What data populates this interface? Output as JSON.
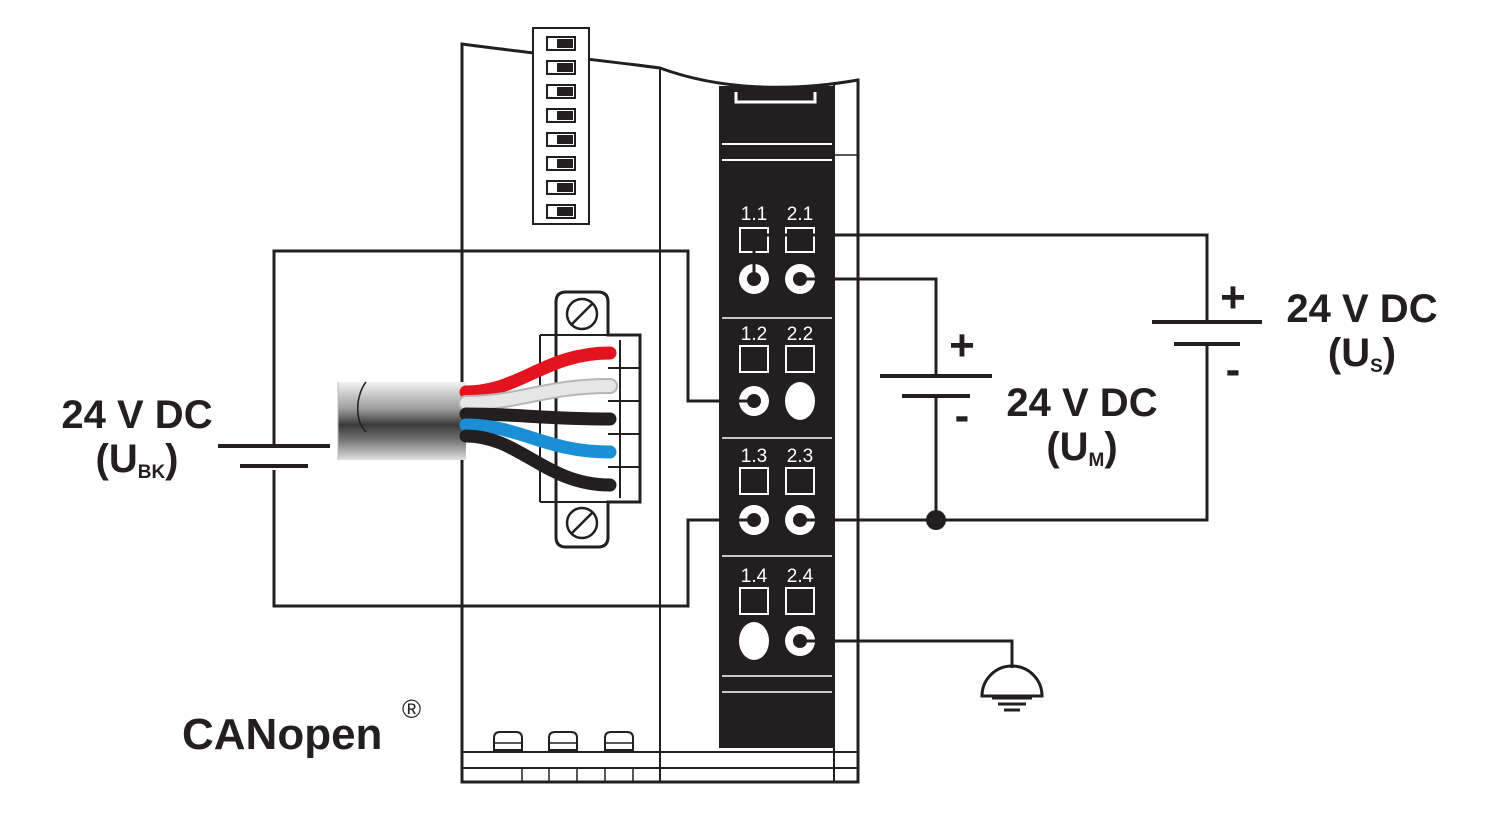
{
  "sources": {
    "bk": {
      "voltage": "24 V DC",
      "symbol": "U",
      "subscript": "BK"
    },
    "m": {
      "voltage": "24 V DC",
      "symbol": "U",
      "subscript": "M",
      "plus": "+",
      "minus": "-"
    },
    "s": {
      "voltage": "24 V DC",
      "symbol": "U",
      "subscript": "S",
      "plus": "+",
      "minus": "-"
    }
  },
  "terminals": {
    "t11": "1.1",
    "t21": "2.1",
    "t12": "1.2",
    "t22": "2.2",
    "t13": "1.3",
    "t23": "2.3",
    "t14": "1.4",
    "t24": "2.4"
  },
  "brand": {
    "name": "CANopen",
    "mark": "®"
  },
  "colors": {
    "ink": "#231f20",
    "terminal_block": "#231f20",
    "wire_red": "#e3141e",
    "wire_white": "#e6e6e6",
    "wire_black": "#231f20",
    "wire_blue": "#1a8fd6"
  },
  "cable_wires": [
    "red",
    "white",
    "black",
    "blue",
    "black"
  ]
}
